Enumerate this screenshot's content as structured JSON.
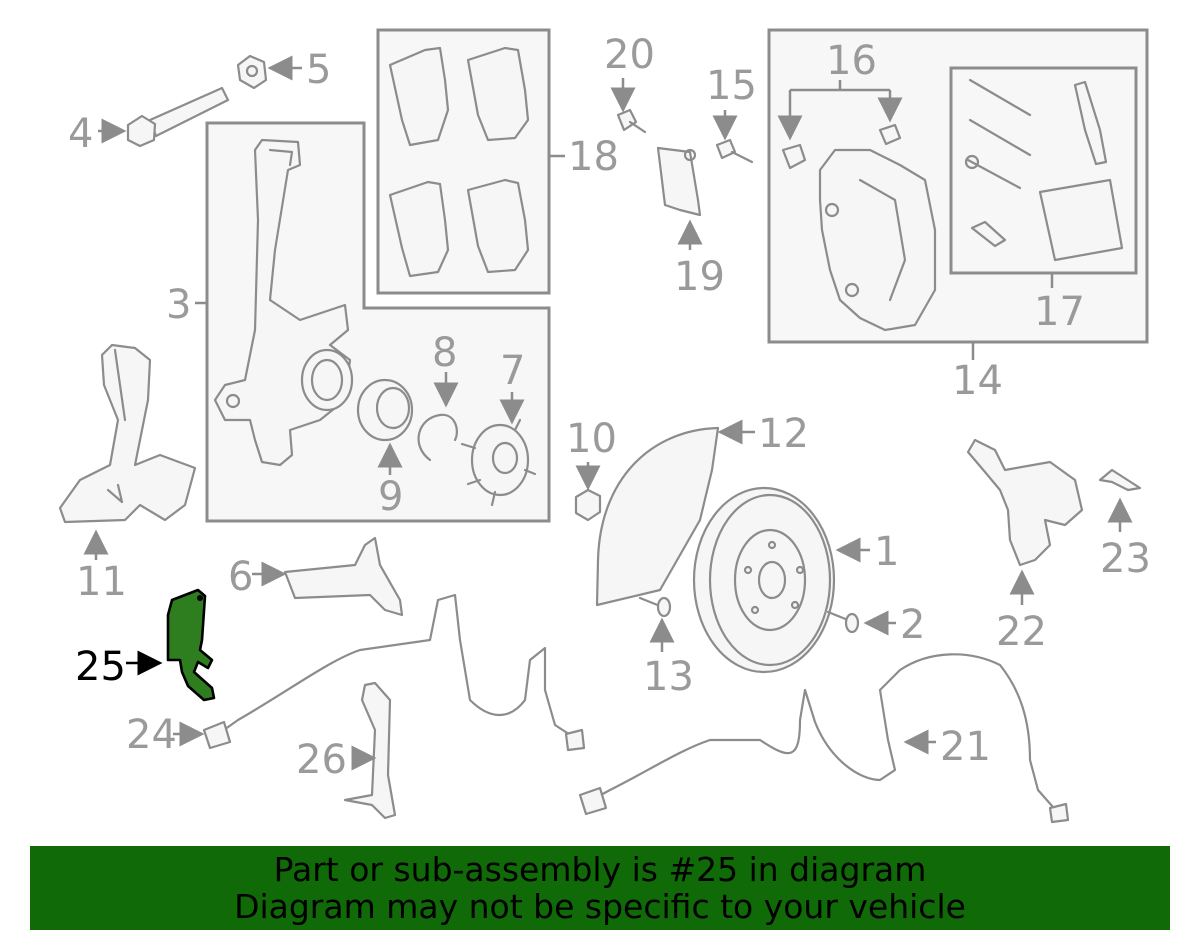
{
  "callouts": {
    "c1": "1",
    "c2": "2",
    "c3": "3",
    "c4": "4",
    "c5": "5",
    "c6": "6",
    "c7": "7",
    "c8": "8",
    "c9": "9",
    "c10": "10",
    "c11": "11",
    "c12": "12",
    "c13": "13",
    "c14": "14",
    "c15": "15",
    "c16": "16",
    "c17": "17",
    "c18": "18",
    "c19": "19",
    "c20": "20",
    "c21": "21",
    "c22": "22",
    "c23": "23",
    "c24": "24",
    "c25": "25",
    "c26": "26"
  },
  "highlight": {
    "part": "25",
    "color": "#2e7d1e"
  },
  "banner": {
    "line1": "Part or sub-assembly is #25 in diagram",
    "line2": "Diagram may not be specific to your vehicle",
    "background": "#0f6a07"
  }
}
